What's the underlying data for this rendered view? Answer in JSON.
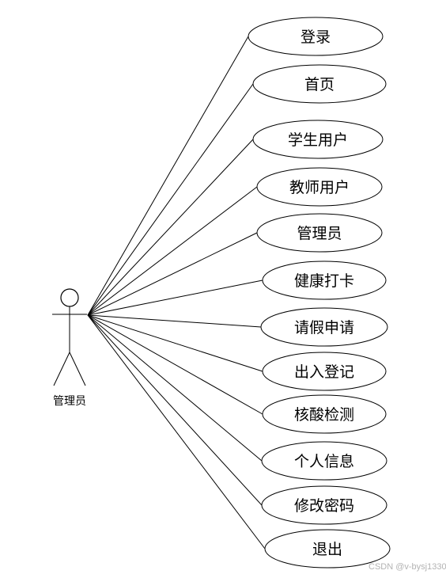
{
  "actor": {
    "name": "管理员"
  },
  "use_cases": [
    {
      "label": "登录"
    },
    {
      "label": "首页"
    },
    {
      "label": "学生用户"
    },
    {
      "label": "教师用户"
    },
    {
      "label": "管理员"
    },
    {
      "label": "健康打卡"
    },
    {
      "label": "请假申请"
    },
    {
      "label": "出入登记"
    },
    {
      "label": "核酸检测"
    },
    {
      "label": "个人信息"
    },
    {
      "label": "修改密码"
    },
    {
      "label": "退出"
    }
  ],
  "watermark": "CSDN @v-bysj1330"
}
